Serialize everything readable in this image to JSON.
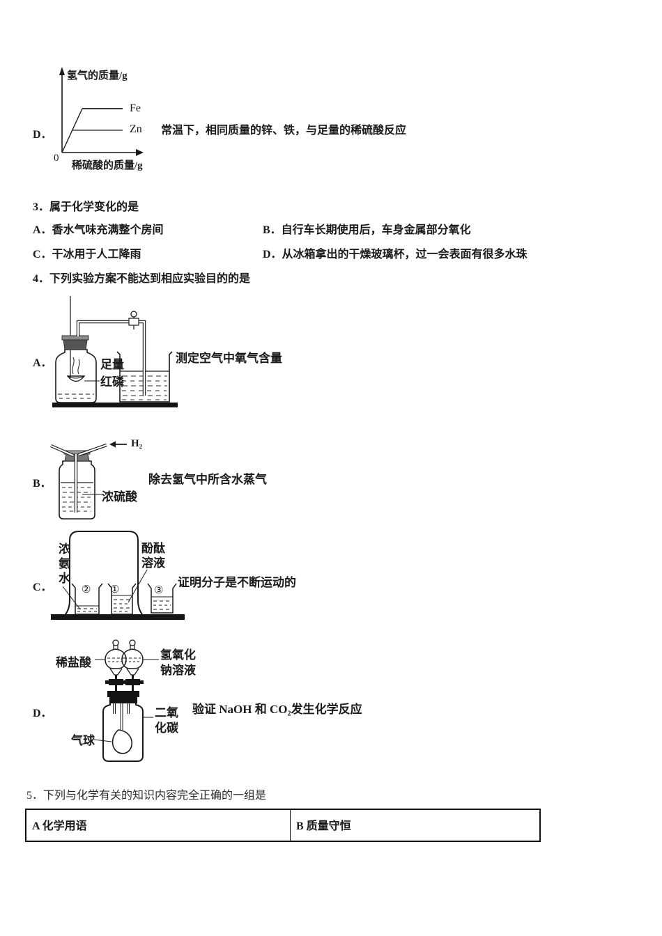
{
  "graph": {
    "option_label": "D．",
    "y_axis_label": "氢气的质量/g",
    "x_axis_label": "稀硫酸的质量/g",
    "origin_label": "0",
    "fe_label": "Fe",
    "zn_label": "Zn",
    "caption": "常温下，相同质量的锌、铁，与足量的稀硫酸反应"
  },
  "chart_data": {
    "type": "line",
    "title": "常温下，相同质量的锌、铁，与足量的稀硫酸反应",
    "xlabel": "稀硫酸的质量/g",
    "ylabel": "氢气的质量/g",
    "grid": false,
    "axis_numeric_labels": [
      "0"
    ],
    "series": [
      {
        "name": "Fe",
        "x": [
          0,
          0.27,
          0.8
        ],
        "y": [
          0,
          0.62,
          0.62
        ],
        "note": "rises from origin, plateaus higher and later"
      },
      {
        "name": "Zn",
        "x": [
          0,
          0.17,
          0.8
        ],
        "y": [
          0,
          0.33,
          0.33
        ],
        "note": "rises from origin, plateaus lower and earlier"
      }
    ],
    "legend_position": "labels at right end of each line"
  },
  "q3": {
    "title": "3．属于化学变化的是",
    "options": [
      {
        "text": "A．香水气味充满整个房间"
      },
      {
        "text": "B．自行车长期使用后，车身金属部分氧化"
      },
      {
        "text": "C．干冰用于人工降雨"
      },
      {
        "text": "D．从冰箱拿出的干燥玻璃杯，过一会表面有很多水珠"
      }
    ]
  },
  "q4": {
    "title": "4．下列实验方案不能达到相应实验目的的是",
    "option_a": {
      "label": "A．",
      "annotation": "足量红磷",
      "caption": "测定空气中氧气含量"
    },
    "option_b": {
      "label": "B．",
      "gas": "H₂",
      "annotation": "浓硫酸",
      "caption": "除去氢气中所含水蒸气"
    },
    "option_c": {
      "label": "C．",
      "left_annotation": "浓氨水",
      "right_annotation": "酚酞溶液",
      "beaker_left": "②",
      "beaker_center": "①",
      "beaker_right": "③",
      "caption": "证明分子是不断运动的"
    },
    "option_d": {
      "label": "D．",
      "left_annotation": "稀盐酸",
      "right_annotation": "氢氧化钠溶液",
      "flask_annotation": "二氧化碳",
      "balloon_annotation": "气球",
      "caption": "验证 NaOH 和 CO₂发生化学反应"
    }
  },
  "q5": {
    "title": "5．下列与化学有关的知识内容完全正确的一组是",
    "table": {
      "col_a": "A 化学用语",
      "col_b": "B 质量守恒"
    }
  }
}
